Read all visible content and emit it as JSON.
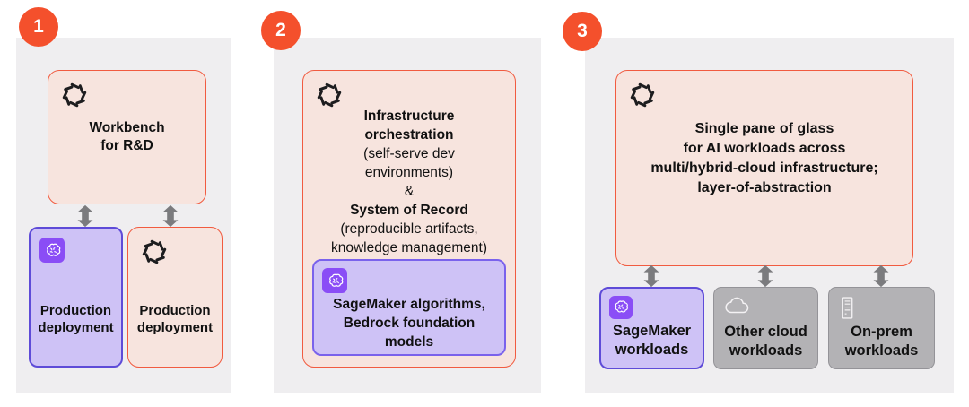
{
  "colors": {
    "badge_orange": "#F4502C",
    "salmon_fill": "#F7E4DE",
    "salmon_border": "#F15B40",
    "purple_fill": "#CEC2F6",
    "purple_border": "#5E4BD8",
    "icon_tile_purple": "#8A4DF6",
    "gray_fill": "#B3B2B5",
    "gray_border": "#949398",
    "panel_background": "#EFEEF0",
    "arrow_gray": "#7B7B7E"
  },
  "panel1": {
    "badge": "1",
    "workbench": {
      "icon": "spiral-icon",
      "lines": [
        "Workbench",
        "for R&D"
      ]
    },
    "production_sagemaker": {
      "icon": "sagemaker-brain-icon",
      "lines": [
        "Production",
        "deployment"
      ]
    },
    "production_other": {
      "icon": "spiral-icon",
      "lines": [
        "Production",
        "deployment"
      ]
    }
  },
  "panel2": {
    "badge": "2",
    "orchestration": {
      "icon": "spiral-icon",
      "bold_a": [
        "Infrastructure",
        "orchestration"
      ],
      "plain_a": [
        "(self-serve dev",
        "environments)"
      ],
      "ampersand": "&",
      "bold_b": "System of Record",
      "plain_b": [
        "(reproducible artifacts,",
        "knowledge management)"
      ]
    },
    "models_box": {
      "icon": "sagemaker-brain-icon",
      "lines": [
        "SageMaker algorithms,",
        "Bedrock foundation",
        "models"
      ]
    }
  },
  "panel3": {
    "badge": "3",
    "pane": {
      "icon": "spiral-icon",
      "lines": [
        "Single pane of glass",
        "for AI workloads across",
        "multi/hybrid-cloud infrastructure;",
        "layer-of-abstraction"
      ]
    },
    "workloads": [
      {
        "icon": "sagemaker-brain-icon",
        "lines": [
          "SageMaker",
          "workloads"
        ]
      },
      {
        "icon": "cloud-icon",
        "lines": [
          "Other cloud",
          "workloads"
        ]
      },
      {
        "icon": "server-icon",
        "lines": [
          "On-prem",
          "workloads"
        ]
      }
    ]
  }
}
